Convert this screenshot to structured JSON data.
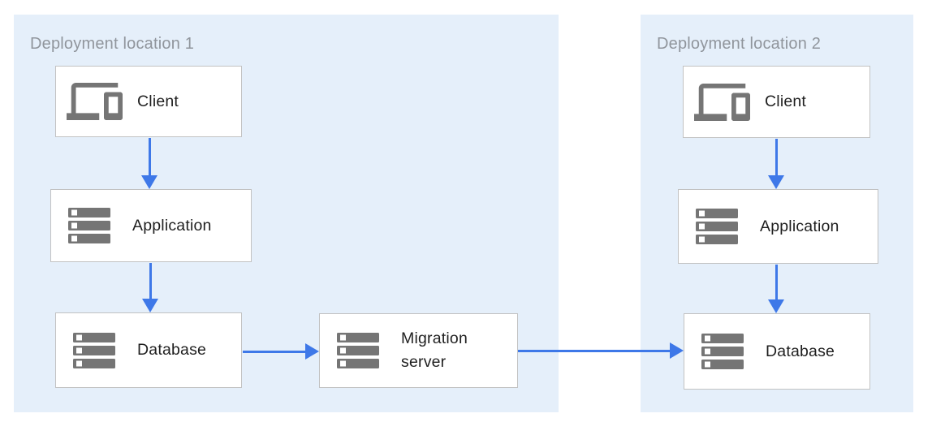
{
  "diagram": {
    "regions": [
      {
        "id": "deployment-location-1",
        "label": "Deployment location 1",
        "nodes": [
          {
            "id": "client-1",
            "label": "Client",
            "icon": "devices-icon"
          },
          {
            "id": "application-1",
            "label": "Application",
            "icon": "server-stack-icon"
          },
          {
            "id": "database-1",
            "label": "Database",
            "icon": "server-stack-icon"
          },
          {
            "id": "migration-server",
            "label": "Migration server",
            "icon": "server-stack-icon"
          }
        ]
      },
      {
        "id": "deployment-location-2",
        "label": "Deployment location 2",
        "nodes": [
          {
            "id": "client-2",
            "label": "Client",
            "icon": "devices-icon"
          },
          {
            "id": "application-2",
            "label": "Application",
            "icon": "server-stack-icon"
          },
          {
            "id": "database-2",
            "label": "Database",
            "icon": "server-stack-icon"
          }
        ]
      }
    ],
    "edges": [
      {
        "from": "client-1",
        "to": "application-1",
        "direction": "down"
      },
      {
        "from": "application-1",
        "to": "database-1",
        "direction": "down"
      },
      {
        "from": "database-1",
        "to": "migration-server",
        "direction": "right"
      },
      {
        "from": "migration-server",
        "to": "database-2",
        "direction": "right"
      },
      {
        "from": "client-2",
        "to": "application-2",
        "direction": "down"
      },
      {
        "from": "application-2",
        "to": "database-2",
        "direction": "down"
      }
    ],
    "colors": {
      "region_fill": "#e5effa",
      "region_label": "#90959c",
      "node_border": "#c2c2c2",
      "node_text": "#1f1f1f",
      "icon_gray": "#757575",
      "arrow_blue": "#3e78e8"
    }
  }
}
